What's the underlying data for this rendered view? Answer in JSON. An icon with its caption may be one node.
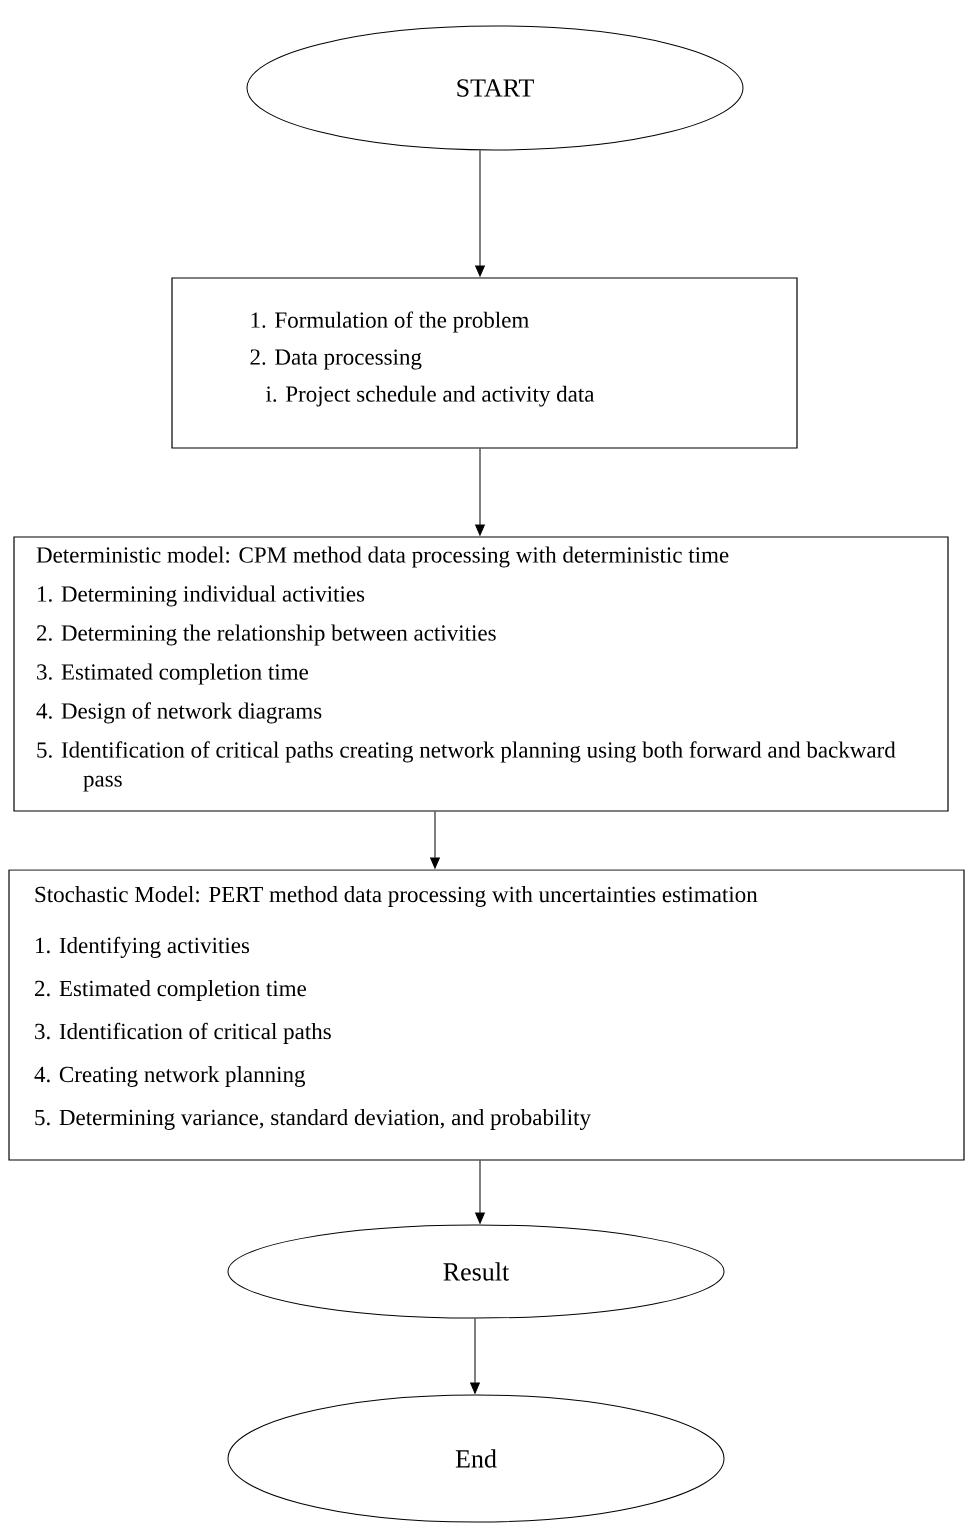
{
  "diagram": {
    "nodes": [
      {
        "text": [
          "START"
        ]
      },
      {
        "text": [
          "1. Formulation of the problem",
          "2. Data processing",
          "i. Project schedule and activity data"
        ]
      },
      {
        "text": [
          "Deterministic model: CPM method data processing with deterministic time",
          "1. Determining individual activities",
          "2. Determining the relationship between activities",
          "3. Estimated completion time",
          "4. Design of network diagrams",
          "5. Identification of critical paths creating network planning using both forward and backward pass"
        ]
      },
      {
        "text": [
          "Stochastic Model: PERT method data processing with uncertainties estimation",
          "1. Identifying activities",
          "2. Estimated completion time",
          "3. Identification of critical paths",
          "4. Creating network planning",
          "5. Determining variance, standard deviation, and probability"
        ]
      },
      {
        "text": [
          "Result"
        ]
      },
      {
        "text": [
          "End"
        ]
      }
    ],
    "edges": [
      {
        "from": 0,
        "to": 1,
        "arrow": "to"
      },
      {
        "from": 1,
        "to": 2,
        "arrow": "to"
      },
      {
        "from": 2,
        "to": 3,
        "arrow": "to"
      },
      {
        "from": 3,
        "to": 4,
        "arrow": "to"
      },
      {
        "from": 4,
        "to": 5,
        "arrow": "to"
      }
    ]
  }
}
